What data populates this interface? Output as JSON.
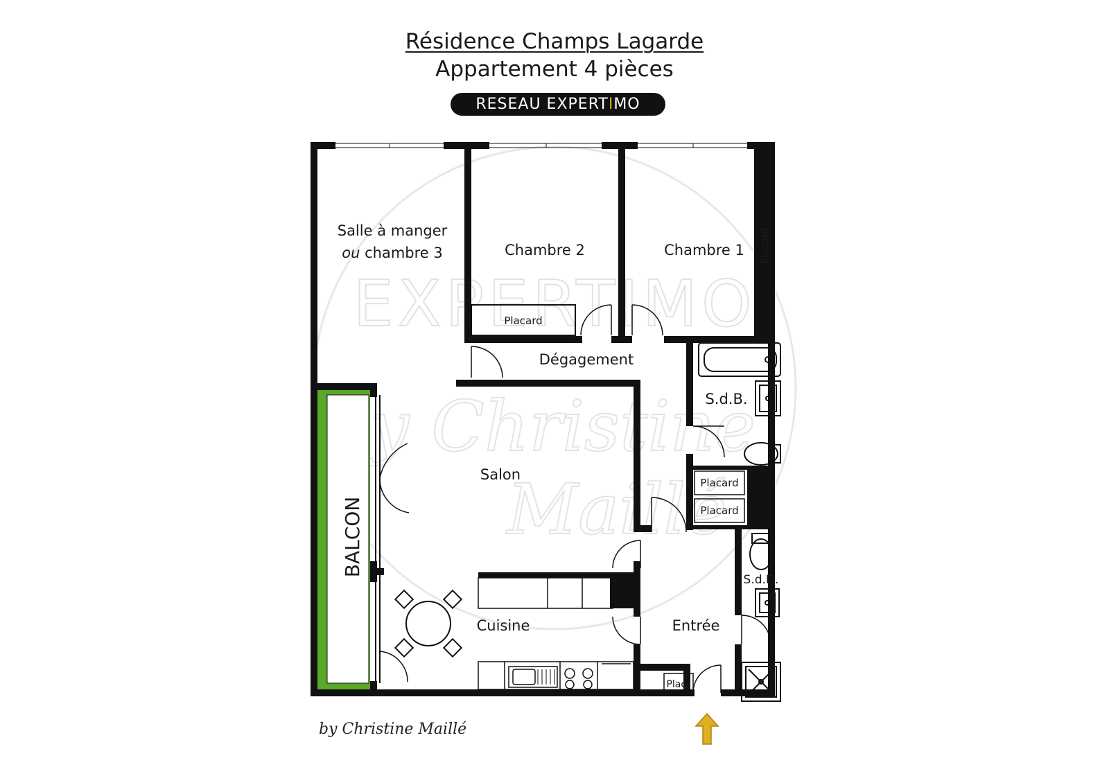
{
  "header": {
    "title": "Résidence Champs Lagarde",
    "subtitle": "Appartement 4 pièces",
    "badge_main": "RESEAU EXPERT",
    "badge_accent": "I",
    "badge_end": "MO"
  },
  "watermark": {
    "brand": "EXPERTIMO",
    "signature_line1": "by Christine",
    "signature_line2": "Maillé"
  },
  "rooms": {
    "salle_a_manger": "Salle à manger",
    "ou": "ou",
    "chambre3": " chambre 3",
    "chambre2": "Chambre 2",
    "chambre1": "Chambre 1",
    "placard_ch1": "Placard",
    "placard_ch2": "Placard",
    "degagement": "Dégagement",
    "sdb": "S.d.B.",
    "placard_a": "Placard",
    "placard_b": "Placard",
    "salon": "Salon",
    "balcon": "BALCON",
    "sdd": "S.d.D.",
    "cuisine": "Cuisine",
    "entree": "Entrée",
    "plac": "Plac."
  },
  "signature": "by Christine Maillé",
  "colors": {
    "wall": "#111111",
    "balcony_green": "#5aa82a",
    "entry_arrow": "#e0b020",
    "watermark": "#e6e6e6"
  },
  "icons": [
    "bathtub-icon",
    "sink-icon",
    "toilet-icon",
    "shower-icon",
    "dining-table-icon",
    "kitchen-sink-icon",
    "cooktop-icon",
    "entry-arrow-icon"
  ]
}
